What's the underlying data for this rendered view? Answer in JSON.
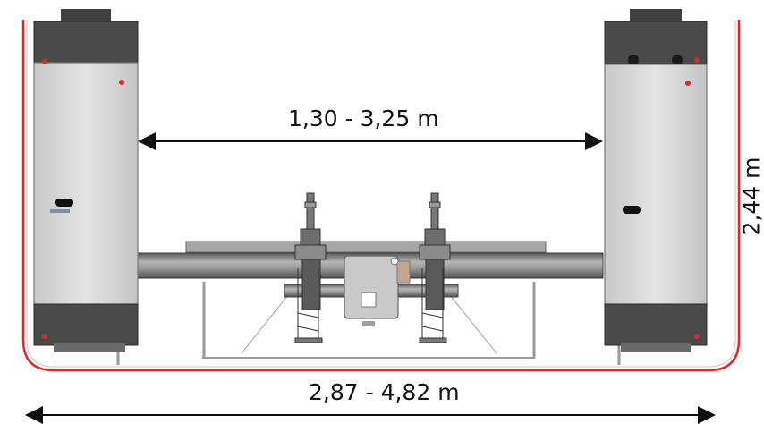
{
  "dimensions": {
    "inner_width": "1,30 - 3,25 m",
    "outer_width": "2,87 - 4,82 m",
    "height": "2,44 m"
  },
  "colors": {
    "outline": "#e3242b",
    "column_fill": "#d9d9d9",
    "column_dark": "#4a4a4a",
    "beam": "#8c8c8c",
    "arrow": "#111111"
  }
}
